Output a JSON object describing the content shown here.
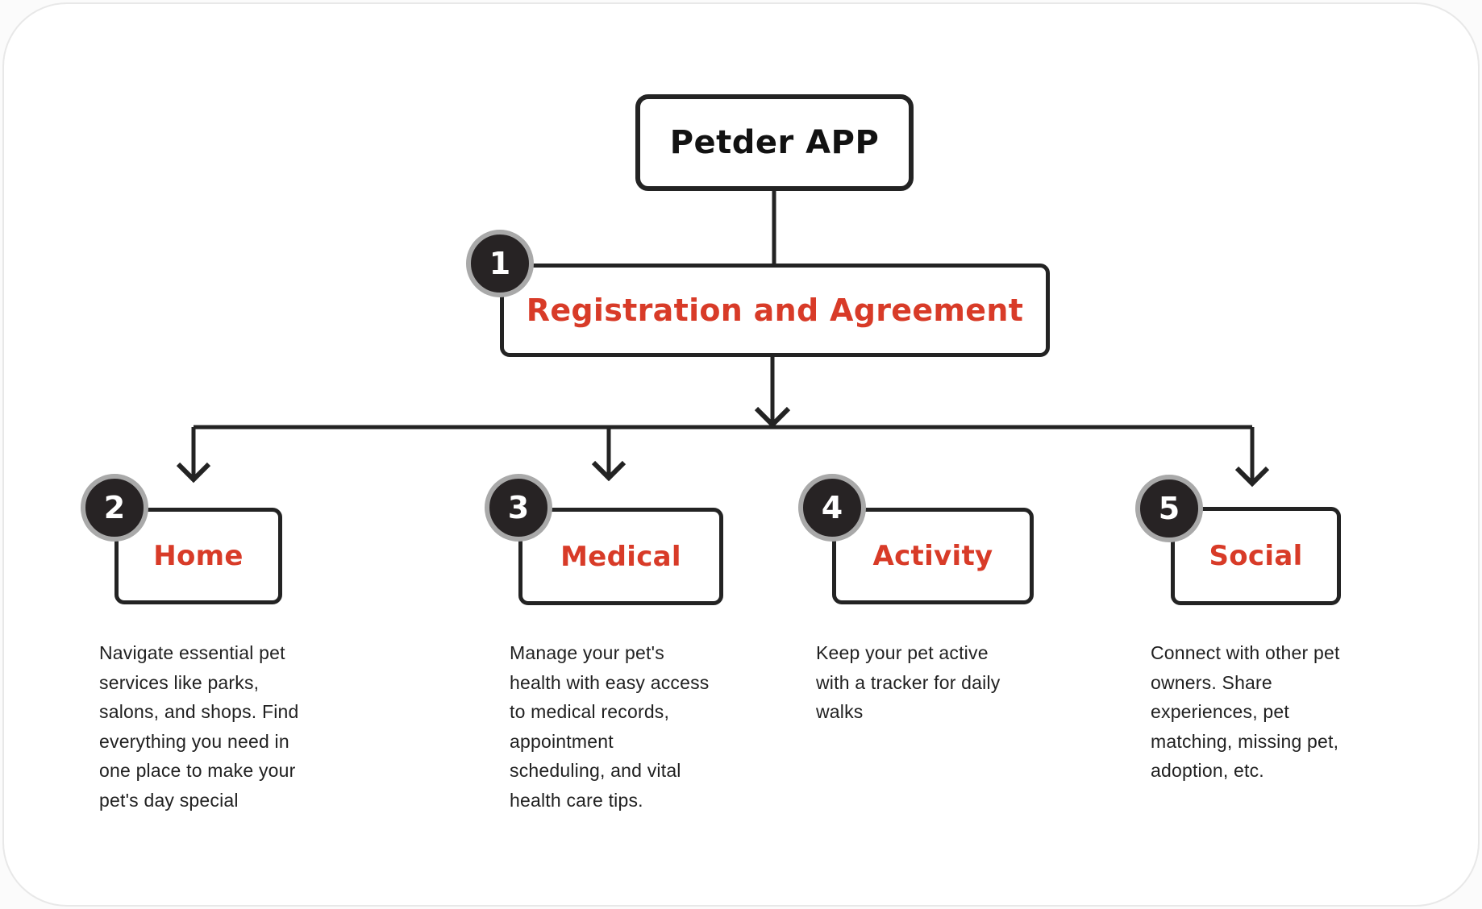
{
  "palette": {
    "accent_red": "#d83b28",
    "line_ink": "#232323",
    "badge_fill": "#272324",
    "badge_ring": "#a9a9a9",
    "body_text": "#212121",
    "card_background": "#ffffff",
    "card_border": "#e8e8e8"
  },
  "root": {
    "title": "Petder APP"
  },
  "nodes": {
    "registration": {
      "number": "1",
      "title": "Registration and Agreement"
    },
    "home": {
      "number": "2",
      "title": "Home",
      "description": "Navigate essential pet\nservices like parks,\nsalons, and shops. Find\neverything you need in\none place to make your\npet's day special"
    },
    "medical": {
      "number": "3",
      "title": "Medical",
      "description": "Manage your pet's\nhealth with easy access\nto medical records,\nappointment\nscheduling, and vital\nhealth care tips."
    },
    "activity": {
      "number": "4",
      "title": "Activity",
      "description": "Keep your pet active\nwith a tracker for daily\nwalks"
    },
    "social": {
      "number": "5",
      "title": "Social",
      "description": "Connect with other pet\nowners. Share\nexperiences,  pet\nmatching, missing pet,\nadoption, etc."
    }
  }
}
